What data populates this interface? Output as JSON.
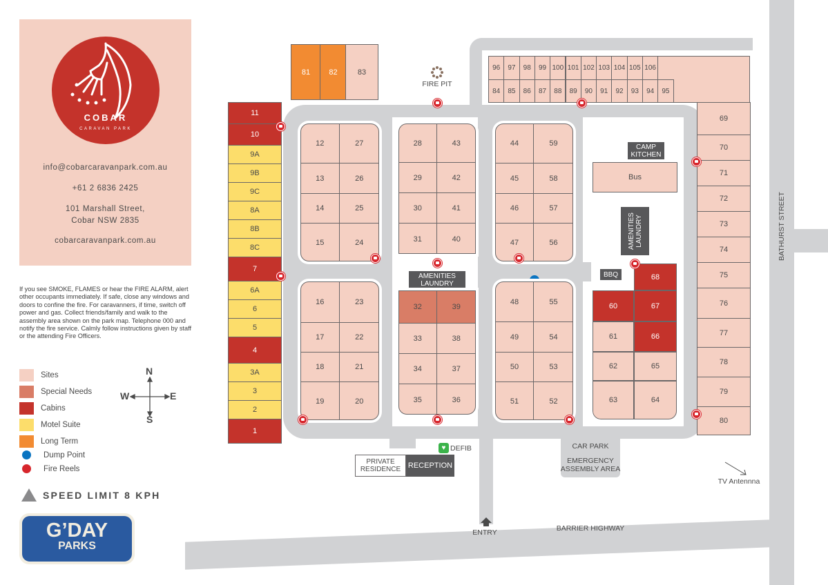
{
  "brand": {
    "name": "COBAR",
    "subtitle": "CARAVAN PARK",
    "email": "info@cobarcaravanpark.com.au",
    "phone": "+61 2 6836 2425",
    "address_line1": "101 Marshall Street,",
    "address_line2": "Cobar NSW 2835",
    "website": "cobarcaravanpark.com.au"
  },
  "fire_notice": "If you see SMOKE, FLAMES or hear the FIRE ALARM, alert other occupants immediately. If safe, close any windows and doors to confine the fire. For caravanners, if time, switch off power and gas. Collect friends/family and walk to the assembly area shown on the park map. Telephone 000 and notify the fire service. Calmly follow instructions given by staff or the attending Fire Officers.",
  "legend": [
    {
      "label": "Sites",
      "color": "#f5d0c3",
      "shape": "square"
    },
    {
      "label": "Special Needs",
      "color": "#d97d66",
      "shape": "square"
    },
    {
      "label": "Cabins",
      "color": "#c4332b",
      "shape": "square"
    },
    {
      "label": "Motel Suite",
      "color": "#fcdd6b",
      "shape": "square"
    },
    {
      "label": "Long Term",
      "color": "#f28b32",
      "shape": "square"
    },
    {
      "label": "Dump Point",
      "color": "#0a74c1",
      "shape": "circle"
    },
    {
      "label": "Fire Reels",
      "color": "#d7262c",
      "shape": "reel"
    }
  ],
  "compass": {
    "n": "N",
    "s": "S",
    "e": "E",
    "w": "W"
  },
  "speed_limit": "SPEED LIMIT 8 KPH",
  "gday": {
    "line1": "G’DAY",
    "line2": "PARKS"
  },
  "labels": {
    "fire_pit": "FIRE PIT",
    "camp_kitchen": "CAMP KITCHEN",
    "bus": "Bus",
    "amenities_east": "AMENITIES LAUNDRY",
    "amenities_central": "AMENITIES LAUNDRY",
    "bbq": "BBQ",
    "defib": "DEFIB",
    "private_residence": "PRIVATE RESIDENCE",
    "reception": "RECEPTION",
    "car_park": "CAR PARK",
    "assembly": "EMERGENCY ASSEMBLY AREA",
    "entry": "ENTRY",
    "barrier_highway": "BARRIER HIGHWAY",
    "bathurst_street": "BATHURST STREET",
    "tv_antenna": "TV Antennna"
  },
  "sites": {
    "west_strip": [
      "11",
      "10",
      "9A",
      "9B",
      "9C",
      "8A",
      "8B",
      "8C",
      "7",
      "6A",
      "6",
      "5",
      "4",
      "3A",
      "3",
      "2",
      "1"
    ],
    "long_term": [
      "81",
      "82",
      "83"
    ],
    "north_top": [
      "96",
      "97",
      "98",
      "99",
      "100",
      "101",
      "102",
      "103",
      "104",
      "105",
      "106"
    ],
    "north_bottom": [
      "84",
      "85",
      "86",
      "87",
      "88",
      "89",
      "90",
      "91",
      "92",
      "93",
      "94",
      "95"
    ],
    "east_strip": [
      "69",
      "70",
      "71",
      "72",
      "73",
      "74",
      "75",
      "76",
      "77",
      "78",
      "79",
      "80"
    ],
    "block_a": [
      [
        "12",
        "27"
      ],
      [
        "13",
        "26"
      ],
      [
        "14",
        "25"
      ],
      [
        "15",
        "24"
      ]
    ],
    "block_b": [
      [
        "16",
        "23"
      ],
      [
        "17",
        "22"
      ],
      [
        "18",
        "21"
      ],
      [
        "19",
        "20"
      ]
    ],
    "block_c": [
      [
        "28",
        "43"
      ],
      [
        "29",
        "42"
      ],
      [
        "30",
        "41"
      ],
      [
        "31",
        "40"
      ]
    ],
    "block_d": [
      [
        "32",
        "39"
      ],
      [
        "33",
        "38"
      ],
      [
        "34",
        "37"
      ],
      [
        "35",
        "36"
      ]
    ],
    "block_e": [
      [
        "44",
        "59"
      ],
      [
        "45",
        "58"
      ],
      [
        "46",
        "57"
      ],
      [
        "47",
        "56"
      ]
    ],
    "block_f": [
      [
        "48",
        "55"
      ],
      [
        "49",
        "54"
      ],
      [
        "50",
        "53"
      ],
      [
        "51",
        "52"
      ]
    ],
    "block_g": [
      [
        "",
        "68"
      ],
      [
        "60",
        "67"
      ],
      [
        "61",
        "66"
      ],
      [
        "62",
        "65"
      ],
      [
        "63",
        "64"
      ]
    ]
  }
}
